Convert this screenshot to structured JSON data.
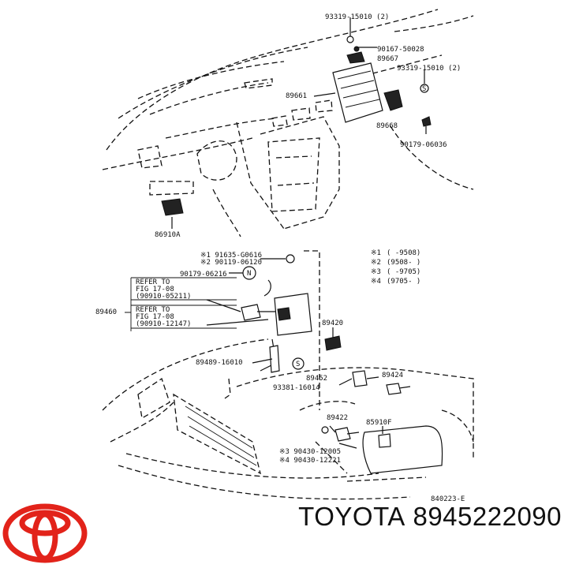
{
  "diagram": {
    "part_labels": {
      "p93319_top": "93319-15010 (2)",
      "p90167": "90167-50028",
      "p89667": "89667",
      "p93319_right": "93319-15010 (2)",
      "p89661": "89661",
      "p89668": "89668",
      "p90179_top": "90179-06036",
      "p86910a": "86910A",
      "p91635": "※1 91635-G0616",
      "p90119": "※2 90119-06120",
      "p90179_mid": "90179-06216",
      "refer1_a": "REFER TO",
      "refer1_b": "FIG 17-08",
      "refer1_c": "(90910-05211)",
      "p89460": "89460",
      "refer2_a": "REFER TO",
      "refer2_b": "FIG 17-08",
      "refer2_c": "(90910-12147)",
      "p89420": "89420",
      "p89489": "89489-16010",
      "p89452": "89452",
      "p89424": "89424",
      "p93381": "93381-16014",
      "p89422": "89422",
      "p85910f": "85910F",
      "p90430_a": "※3 90430-12005",
      "p90430_b": "※4 90430-12221",
      "fig_code": "840223-E"
    },
    "legend": [
      {
        "mark": "※1",
        "range": "(      -9508)"
      },
      {
        "mark": "※2",
        "range": "(9508-      )"
      },
      {
        "mark": "※3",
        "range": "(      -9705)"
      },
      {
        "mark": "※4",
        "range": "(9705-      )"
      }
    ],
    "callout_symbols": {
      "s": "S",
      "n": "N"
    }
  },
  "caption": {
    "brand": "TOYOTA",
    "part_number": "8945222090"
  },
  "colors": {
    "logo_red": "#e2231a",
    "ink": "#111111"
  },
  "icons": {
    "logo": "toyota-logo-icon"
  }
}
